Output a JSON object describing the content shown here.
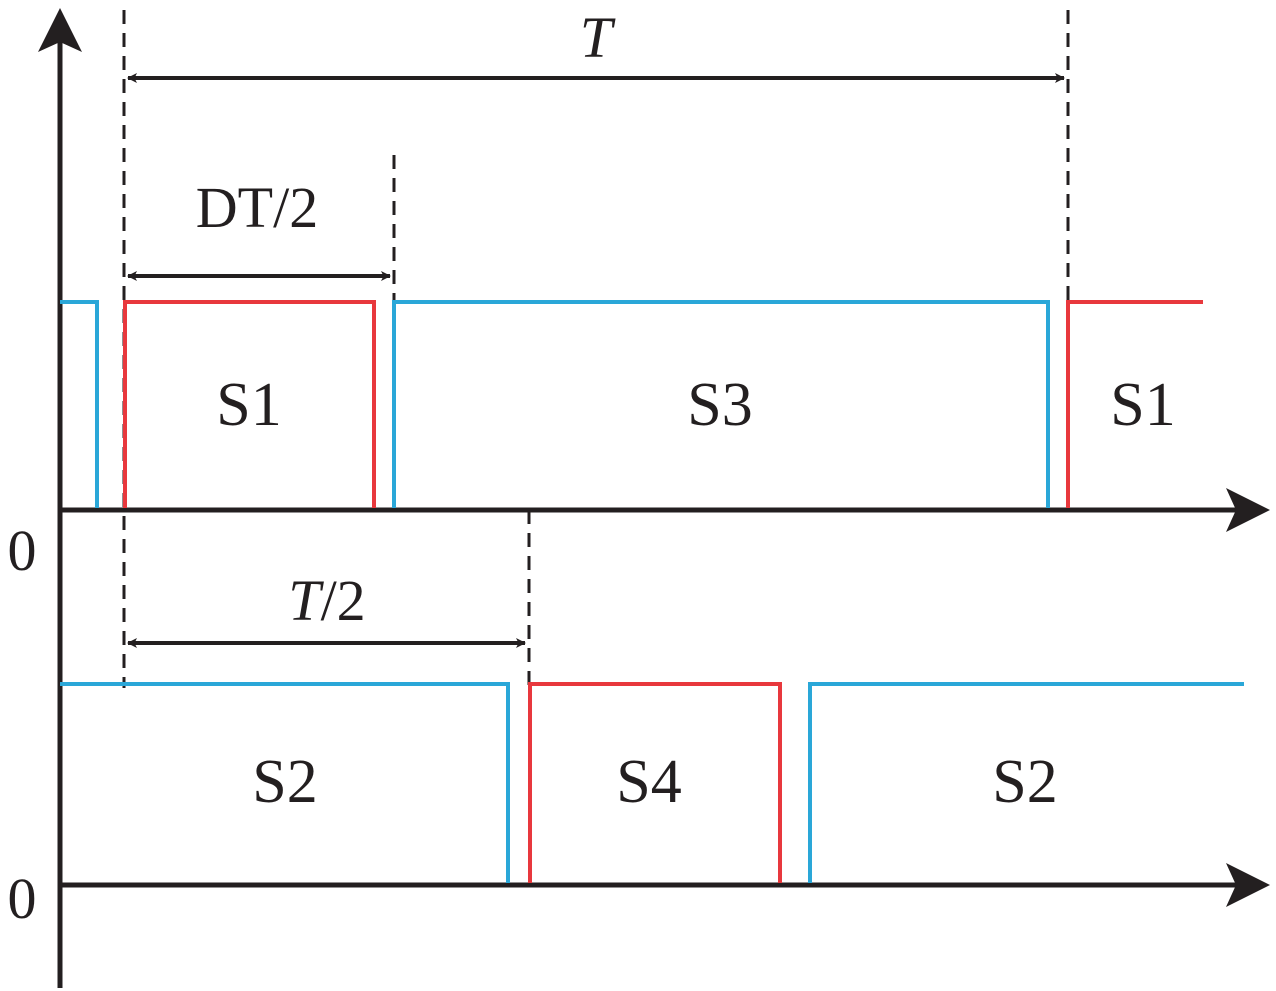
{
  "colors": {
    "blue": "#2aa7d8",
    "red": "#e8383d",
    "axis": "#231f20",
    "dash": "#231f20"
  },
  "labels": {
    "period": "T",
    "dead_time_half": "DT/2",
    "half_period_prefix": "T",
    "half_period_suffix": "/2",
    "zero_upper": "0",
    "zero_lower": "0"
  },
  "switches": {
    "upper_left": "S1",
    "upper_middle": "S3",
    "upper_right": "S1",
    "lower_left": "S2",
    "lower_middle": "S4",
    "lower_right": "S2"
  }
}
